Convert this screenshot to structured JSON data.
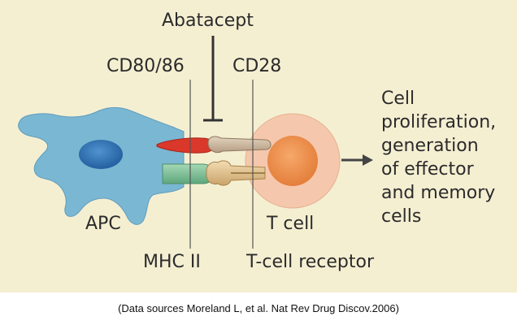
{
  "diagram": {
    "labels": {
      "abatacept": "Abatacept",
      "cd80_86": "CD80/86",
      "cd28": "CD28",
      "apc": "APC",
      "t_cell": "T cell",
      "mhc_ii": "MHC II",
      "t_cell_receptor": "T-cell receptor",
      "outcome_lines": [
        "Cell",
        "proliferation,",
        "generation",
        "of effector",
        "and memory",
        "cells"
      ]
    },
    "colors": {
      "panel_background": "#f5efd2",
      "apc_body": "#7ab7d3",
      "apc_nucleus": "#2f72b4",
      "t_cell_outer": "#f5c8ad",
      "t_cell_inner": "#f0934f",
      "cd80_86": "#d9382a",
      "cd28": "#c9b79f",
      "mhc_ii": "#7fc09a",
      "t_cell_receptor": "#e6c898",
      "lines": "#555555"
    }
  },
  "caption": "(Data sources Moreland L, et al. Nat Rev Drug Discov.2006)"
}
